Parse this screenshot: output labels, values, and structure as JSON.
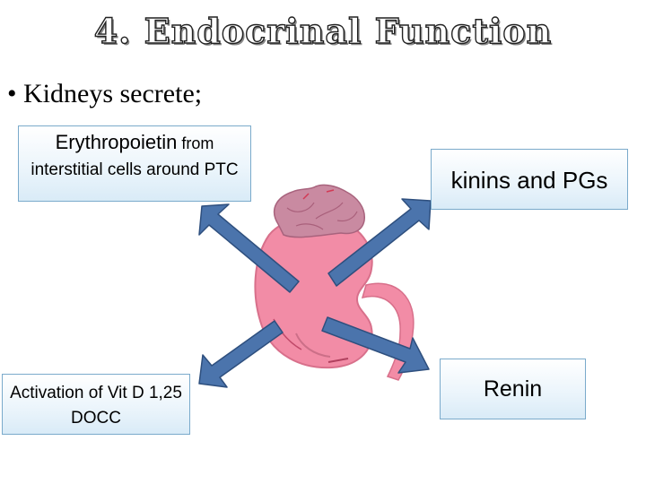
{
  "title": "4. Endocrinal Function",
  "bullet": "• Kidneys secrete;",
  "boxes": {
    "erythropoietin": {
      "bold_text": "Erythropoietin",
      "small_text": " from",
      "rest": "interstitial cells around PTC"
    },
    "kinins": {
      "text": "kinins and PGs"
    },
    "vitd": {
      "text": "Activation of Vit D 1,25 DOCC"
    },
    "renin": {
      "text": "Renin"
    }
  },
  "colors": {
    "arrow": "#4b74ac",
    "arrow_outline": "#2e4f7e",
    "kidney": "#f28ca6",
    "adrenal": "#c27f97",
    "box_border": "#7aaacb"
  }
}
